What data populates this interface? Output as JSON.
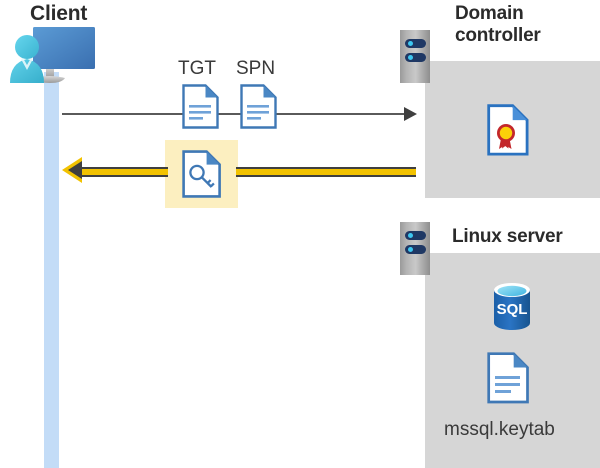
{
  "diagram": {
    "title_client": "Client",
    "title_domain_controller": "Domain\ncontroller",
    "title_linux_server": "Linux server",
    "colors": {
      "panel_gray": "#d6d6d6",
      "lifeline_blue": "#c3dcf7",
      "highlight_yellow": "#fcefc0",
      "arrow_yellow": "#f2c200",
      "arrow_gray": "#5a5a5a",
      "doc_blue": "#4a7ebb",
      "sql_blue": "#2668b5",
      "rack_navy": "#1f3864",
      "rack_led": "#3dc7f0",
      "cert_red": "#c3272b",
      "cert_gold": "#fbd109",
      "text_dark": "#2b2b2b"
    }
  },
  "client": {
    "label": "Client",
    "icon": "user-monitor-icon",
    "lifeline": "client-lifeline"
  },
  "messages": [
    {
      "id": "request",
      "direction": "client-to-domain-controller",
      "arrow_color": "#5a5a5a",
      "artifacts": [
        {
          "label": "TGT",
          "icon": "document-icon"
        },
        {
          "label": "SPN",
          "icon": "document-icon"
        }
      ]
    },
    {
      "id": "response",
      "direction": "domain-controller-to-client",
      "arrow_color": "#f2c200",
      "highlighted": true,
      "artifacts": [
        {
          "label": "",
          "icon": "key-document-icon"
        }
      ]
    }
  ],
  "domain_controller": {
    "title": "Domain controller",
    "title_line1": "Domain",
    "title_line2": "controller",
    "rack_icon": "server-rack-icon",
    "contents": [
      {
        "icon": "certificate-document-icon",
        "label": ""
      }
    ]
  },
  "linux_server": {
    "title": "Linux server",
    "rack_icon": "server-rack-icon",
    "contents": [
      {
        "icon": "sql-database-icon",
        "label": "SQL"
      },
      {
        "icon": "document-icon",
        "label": "mssql.keytab"
      }
    ],
    "sql_label": "SQL",
    "keytab_label": "mssql.keytab"
  }
}
